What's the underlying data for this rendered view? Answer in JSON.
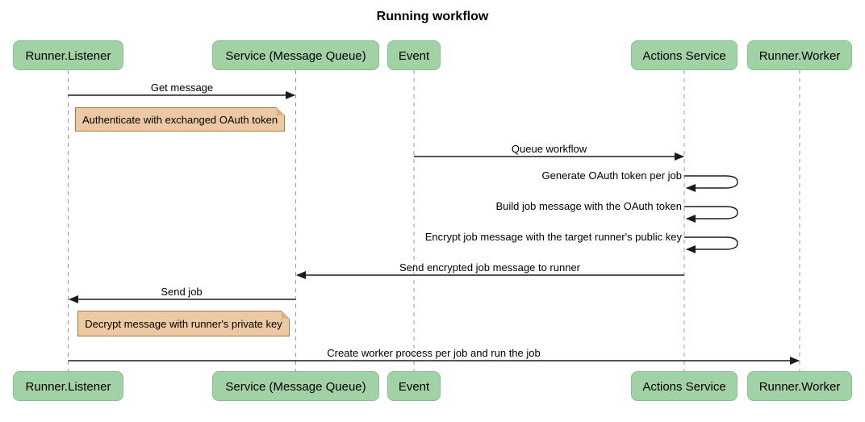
{
  "title": "Running workflow",
  "participants": [
    {
      "label": "Runner.Listener"
    },
    {
      "label": "Service (Message Queue)"
    },
    {
      "label": "Event"
    },
    {
      "label": "Actions Service"
    },
    {
      "label": "Runner.Worker"
    }
  ],
  "messages": [
    {
      "label": "Get message",
      "from": "Runner.Listener",
      "to": "Service (Message Queue)",
      "type": "solid-arrow"
    },
    {
      "label": "Queue workflow",
      "from": "Event",
      "to": "Actions Service",
      "type": "solid-arrow"
    },
    {
      "label": "Generate OAuth token per job",
      "from": "Actions Service",
      "to": "Actions Service",
      "type": "self-loop"
    },
    {
      "label": "Build job message with the OAuth token",
      "from": "Actions Service",
      "to": "Actions Service",
      "type": "self-loop"
    },
    {
      "label": "Encrypt job message with the target runner's public key",
      "from": "Actions Service",
      "to": "Actions Service",
      "type": "self-loop"
    },
    {
      "label": "Send encrypted job message to runner",
      "from": "Actions Service",
      "to": "Service (Message Queue)",
      "type": "solid-arrow"
    },
    {
      "label": "Send job",
      "from": "Service (Message Queue)",
      "to": "Runner.Listener",
      "type": "solid-arrow"
    },
    {
      "label": "Create worker process per job and run the job",
      "from": "Runner.Listener",
      "to": "Runner.Worker",
      "type": "solid-arrow"
    }
  ],
  "notes": [
    {
      "label": "Authenticate with exchanged OAuth token",
      "over": "Runner.Listener"
    },
    {
      "label": "Decrypt message with runner's private key",
      "over": "Runner.Listener"
    }
  ],
  "colors": {
    "background": "#ffffff",
    "actor_fill": "#a1d2a5",
    "actor_border": "#8cbd92",
    "note_fill": "#ecc9a3",
    "note_border": "#9c7e48",
    "message_line": "#1b1b1b",
    "lifeline": "#999999",
    "text": "#000000"
  }
}
